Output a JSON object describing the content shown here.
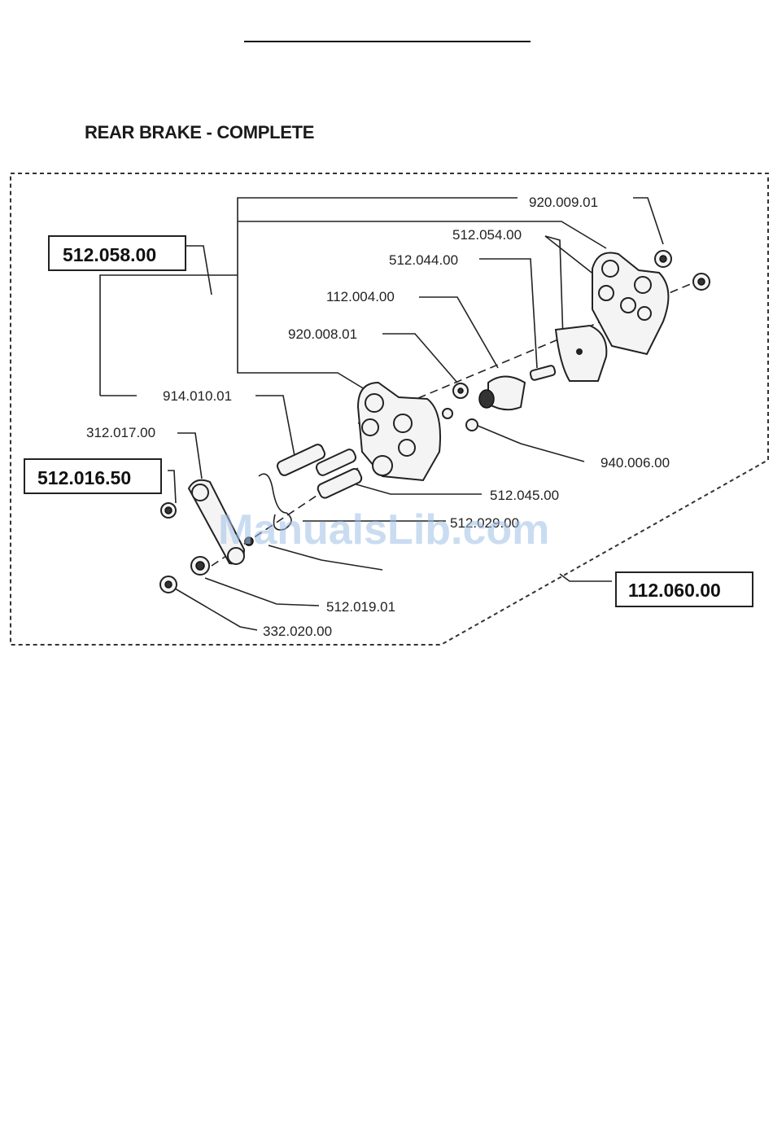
{
  "title": "REAR BRAKE - COMPLETE",
  "watermark": "ManualsLib.com",
  "boxed_codes": {
    "caliper_assembly": "512.058.00",
    "lever_assembly": "512.016.50",
    "complete_brake": "112.060.00"
  },
  "part_labels": {
    "p1": "920.009.01",
    "p2": "512.054.00",
    "p3": "512.044.00",
    "p4": "112.004.00",
    "p5": "920.008.01",
    "p6": "914.010.01",
    "p7": "312.017.00",
    "p8": "940.006.00",
    "p9": "512.045.00",
    "p10": "512.029.00",
    "p11": "512.019.01",
    "p12": "332.020.00"
  }
}
